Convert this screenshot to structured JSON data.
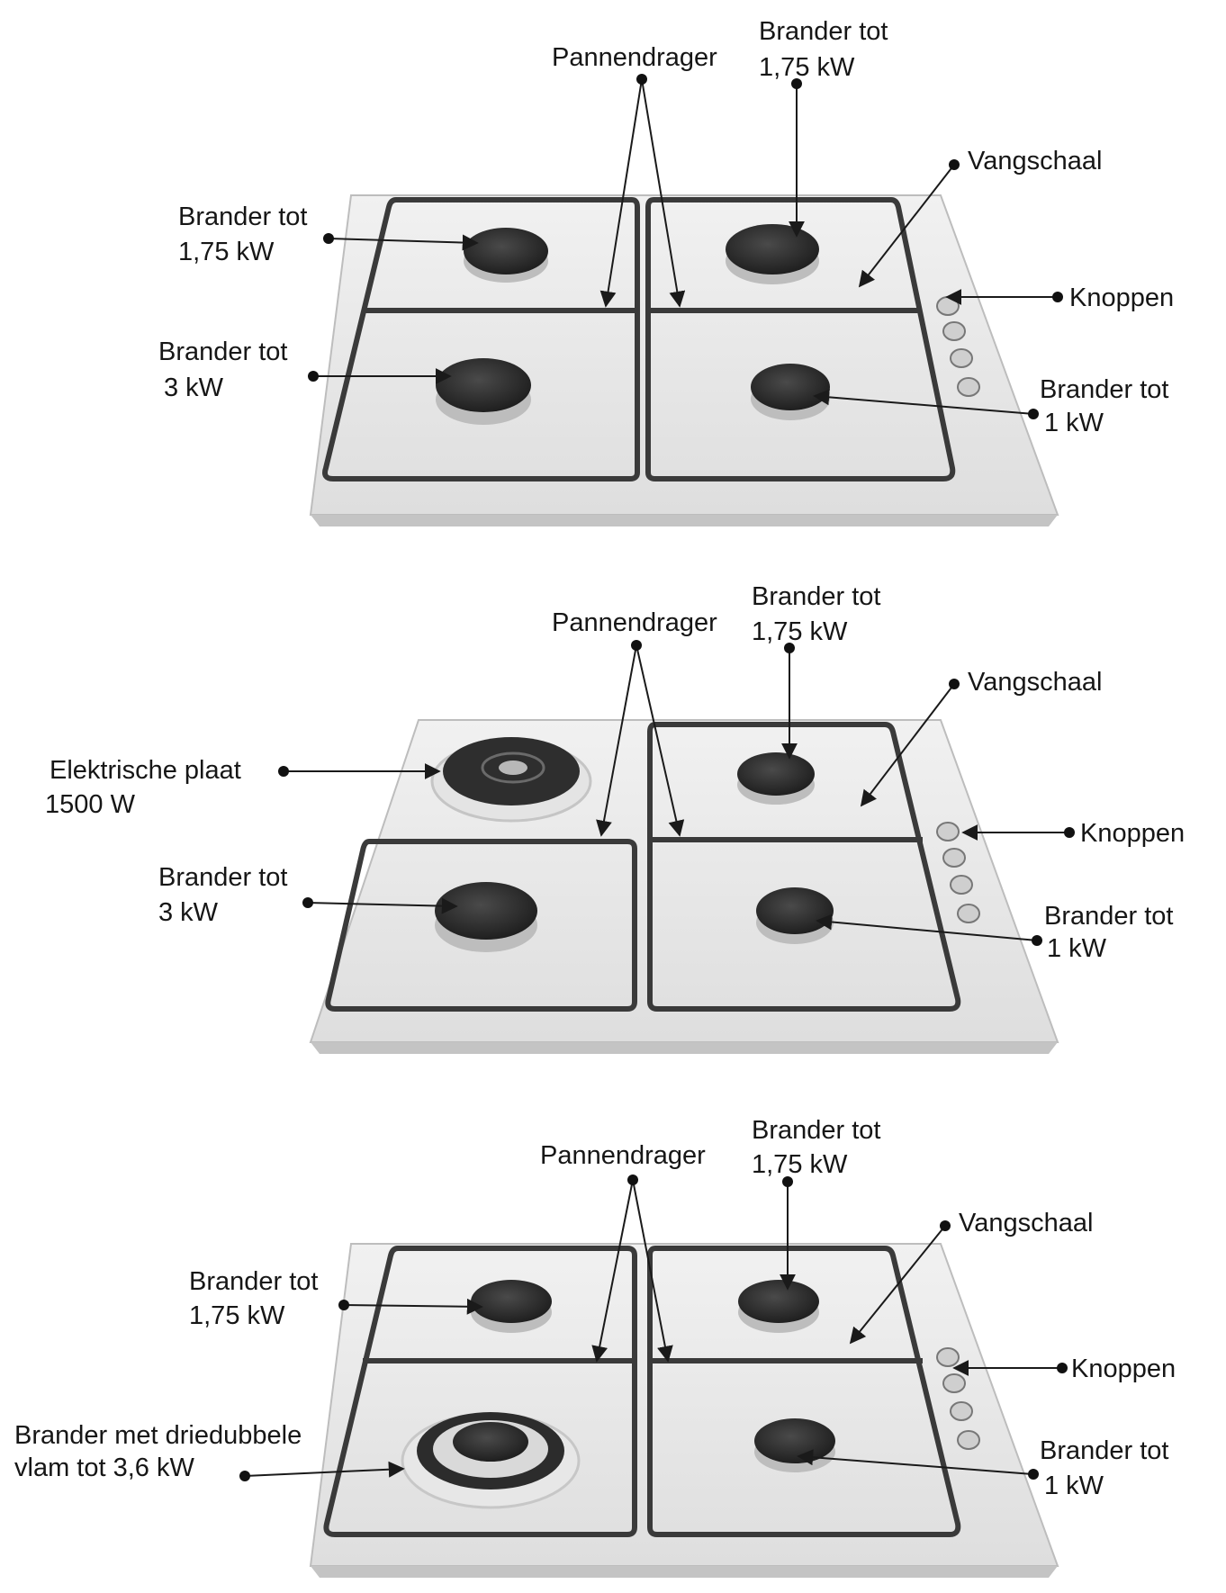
{
  "diagrams": [
    {
      "id": "cooktop-1",
      "labels": {
        "pan_support": "Pannendrager",
        "burner_back_right": [
          "Brander tot",
          "1,75 kW"
        ],
        "drip_tray": "Vangschaal",
        "burner_back_left": [
          "Brander tot",
          "1,75 kW"
        ],
        "knobs": "Knoppen",
        "burner_front_left": [
          "Brander tot",
          "3 kW"
        ],
        "burner_front_right": [
          "Brander tot",
          "1 kW"
        ]
      }
    },
    {
      "id": "cooktop-2",
      "labels": {
        "pan_support": "Pannendrager",
        "burner_back_right": [
          "Brander tot",
          "1,75 kW"
        ],
        "drip_tray": "Vangschaal",
        "electric_plate": [
          "Elektrische plaat",
          "1500 W"
        ],
        "knobs": "Knoppen",
        "burner_front_left": [
          "Brander tot",
          "3 kW"
        ],
        "burner_front_right": [
          "Brander tot",
          "1 kW"
        ]
      }
    },
    {
      "id": "cooktop-3",
      "labels": {
        "pan_support": "Pannendrager",
        "burner_back_right": [
          "Brander tot",
          "1,75 kW"
        ],
        "drip_tray": "Vangschaal",
        "burner_back_left": [
          "Brander tot",
          "1,75 kW"
        ],
        "knobs": "Knoppen",
        "triple_flame_burner": [
          "Brander met driedubbele",
          "vlam tot 3,6 kW"
        ],
        "burner_front_right": [
          "Brander tot",
          "1 kW"
        ]
      }
    }
  ],
  "colors": {
    "surface": "#ececec",
    "rim": "#c9c9c9",
    "grate": "#3a3a3a",
    "burner_cap": "#2b2b2b",
    "line": "#1a1a1a"
  }
}
